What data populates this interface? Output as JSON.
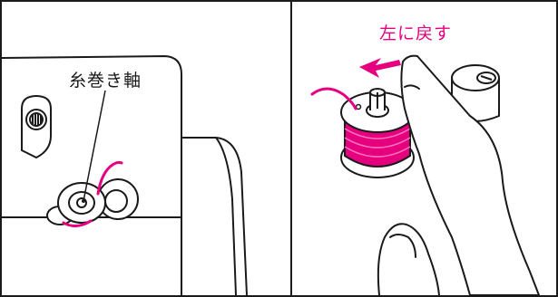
{
  "panels": [
    {
      "id": "left",
      "label": "糸巻き軸"
    },
    {
      "id": "right",
      "label": "左に戻す"
    }
  ],
  "colors": {
    "line": "#1a1a1a",
    "thread": "#e6007e",
    "arrow": "#e6007e",
    "background": "#ffffff"
  }
}
